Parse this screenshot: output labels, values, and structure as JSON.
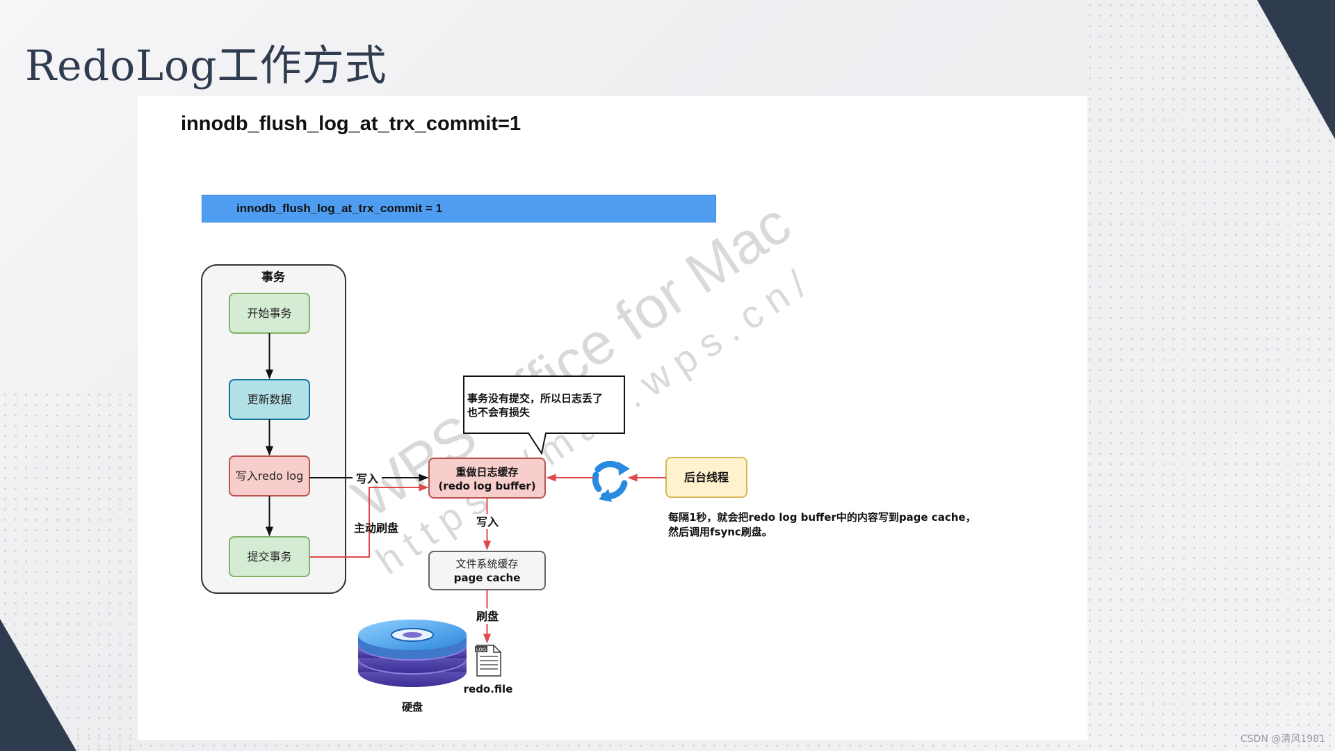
{
  "slide": {
    "title": "RedoLog工作方式",
    "credit": "CSDN @清风1981"
  },
  "panel": {
    "heading": "innodb_flush_log_at_trx_commit=1",
    "config_bar": "innodb_flush_log_at_trx_commit = 1"
  },
  "diagram": {
    "transaction_group": {
      "title": "事务",
      "steps": [
        "开始事务",
        "更新数据",
        "写入redo log",
        "提交事务"
      ]
    },
    "redo_buffer": {
      "line1": "重做日志缓存",
      "line2": "(redo log buffer)"
    },
    "page_cache": {
      "line1": "文件系统缓存",
      "line2": "page cache"
    },
    "callout": {
      "line1": "事务没有提交，所以日志丢了",
      "line2": "也不会有损失"
    },
    "background_thread": "后台线程",
    "note": {
      "line1": "每隔1秒，就会把redo log buffer中的内容写到page cache，",
      "line2": "然后调用fsync刷盘。"
    },
    "edge_labels": {
      "write_to_buffer": "写入",
      "active_flush": "主动刷盘",
      "write_to_cache": "写入",
      "flush_to_disk": "刷盘"
    },
    "redo_file": "redo.file",
    "disk": "硬盘",
    "log_icon_tag": "LOG"
  },
  "watermark": {
    "line1": "WPS Office for Mac",
    "line2": "https://mac.wps.cn/"
  },
  "colors": {
    "slide_title": "#2f3b4f",
    "dark_corner": "#2f3b4f",
    "config_bar": "#4f9df0",
    "green_box": "#d5ecd4",
    "green_border": "#82b366",
    "teal_box": "#b1e0e6",
    "teal_border": "#10739e",
    "red_box": "#f8cecc",
    "red_border": "#b85450",
    "yellow_box": "#fff2cc",
    "yellow_border": "#d6b656",
    "flow_red": "#e0484a",
    "disk_blue": "#4da3e8",
    "disk_purple": "#5a4db8"
  }
}
